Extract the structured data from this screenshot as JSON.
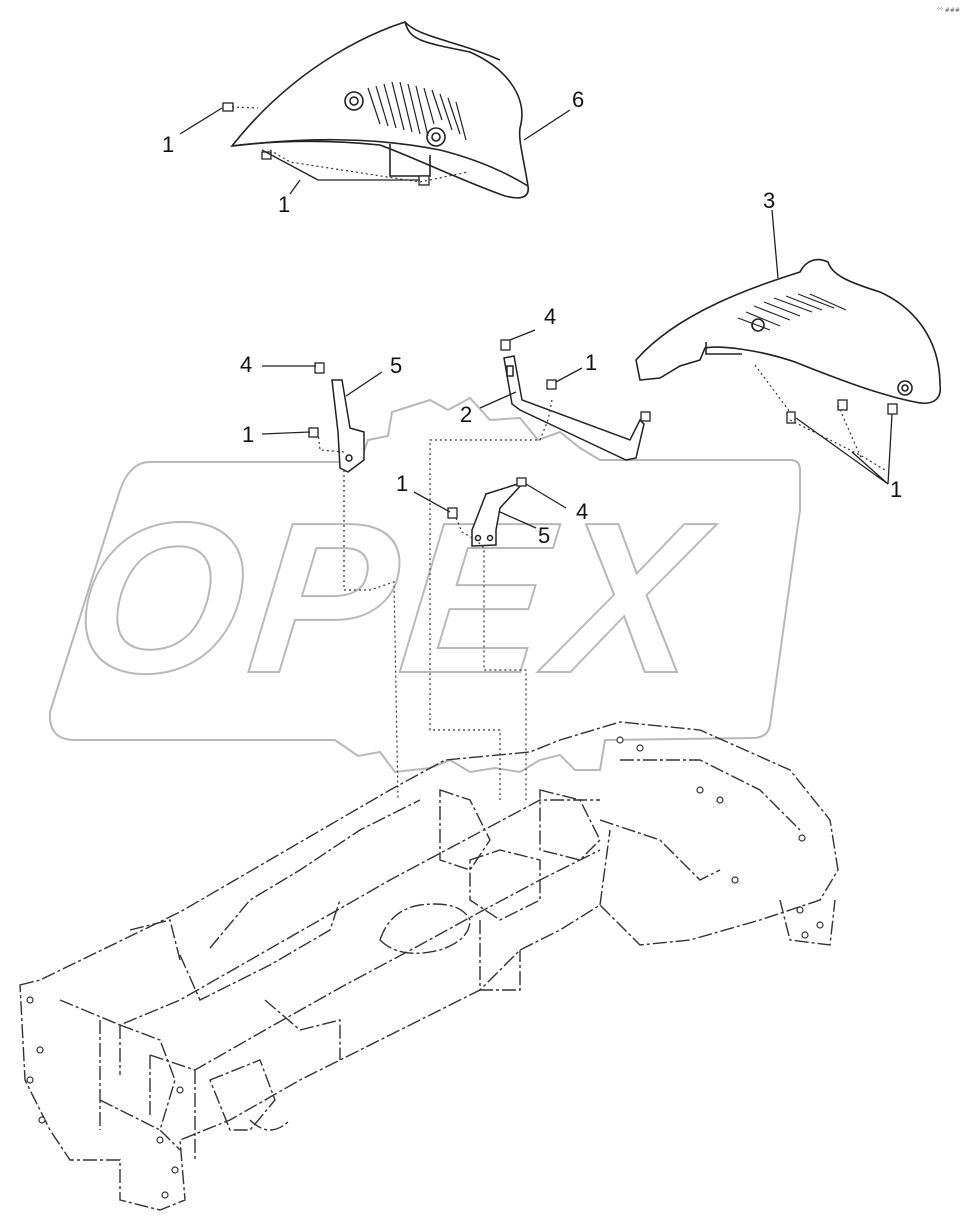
{
  "corner_tag": "°° ###",
  "watermark": {
    "text": "OPEX",
    "stroke_color": "#b8b8b8"
  },
  "line_color": "#222222",
  "callouts": [
    {
      "id": "c1-a",
      "label": "1"
    },
    {
      "id": "c1-b",
      "label": "1"
    },
    {
      "id": "c6",
      "label": "6"
    },
    {
      "id": "c3",
      "label": "3"
    },
    {
      "id": "c4-a",
      "label": "4"
    },
    {
      "id": "c5-a",
      "label": "5"
    },
    {
      "id": "c1-c",
      "label": "1"
    },
    {
      "id": "c4-b",
      "label": "4"
    },
    {
      "id": "c1-d",
      "label": "1"
    },
    {
      "id": "c2",
      "label": "2"
    },
    {
      "id": "c1-e",
      "label": "1"
    },
    {
      "id": "c4-c",
      "label": "4"
    },
    {
      "id": "c5-b",
      "label": "5"
    },
    {
      "id": "c1-f",
      "label": "1"
    }
  ]
}
